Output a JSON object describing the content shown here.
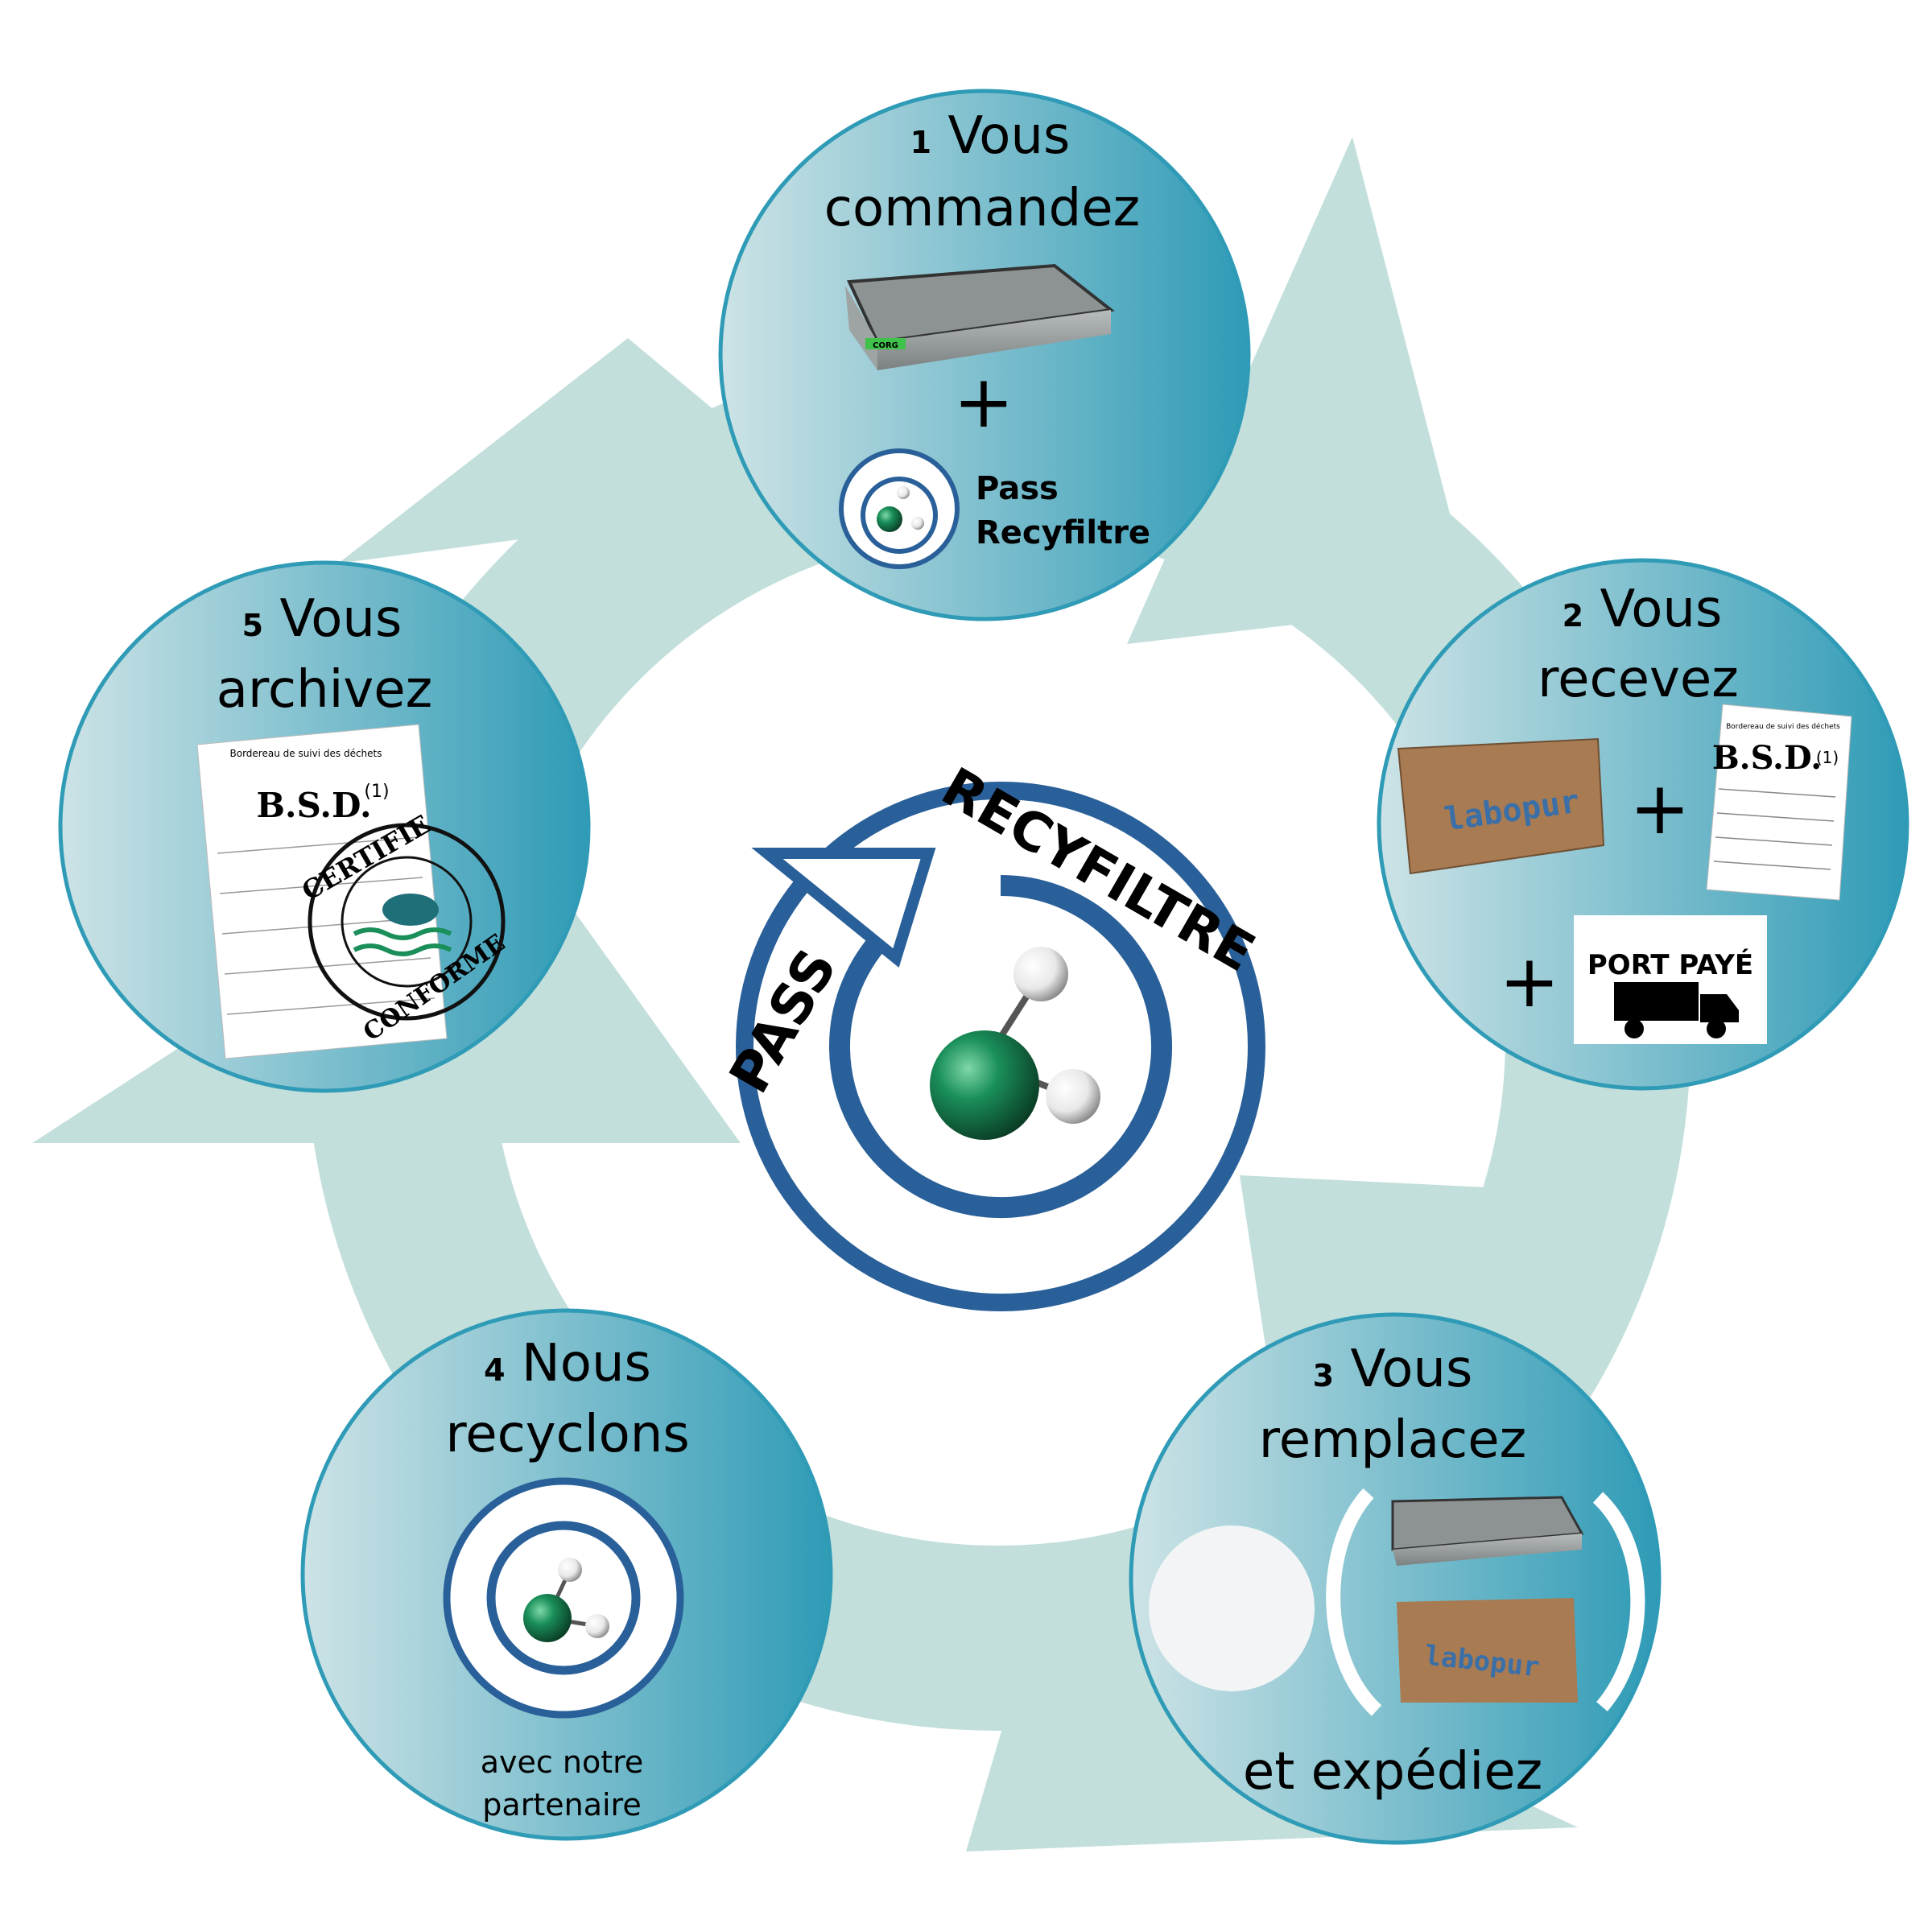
{
  "colors": {
    "ring": "#c2dfdb",
    "circle_dark": "#2f9bb6",
    "circle_light": "#cde3e6",
    "logo_blue": "#2a6099",
    "molecule_green": "#1a8f5a"
  },
  "center_logo": {
    "word_pass": "PASS",
    "word_recyfiltre": "RECYFILTRE"
  },
  "steps": [
    {
      "number": "1",
      "line1": "Vous",
      "line2": "commandez",
      "filter_label": "CORG",
      "plus": "+",
      "pass_line1": "Pass",
      "pass_line2": "Recyfiltre"
    },
    {
      "number": "2",
      "line1": "Vous",
      "line2": "recevez",
      "box_label": "labopur",
      "plus": "+",
      "bsd": "B.S.D.",
      "bsd_note": "(1)",
      "doc_title": "Bordereau de suivi des déchets",
      "plus2": "+",
      "port_paye": "PORT PAYÉ"
    },
    {
      "number": "3",
      "line1": "Vous",
      "line2": "remplacez",
      "box_label": "labopur",
      "footer": "et expédiez"
    },
    {
      "number": "4",
      "line1": "Nous",
      "line2": "recyclons",
      "footer1": "avec notre",
      "footer2": "partenaire"
    },
    {
      "number": "5",
      "line1": "Vous",
      "line2": "archivez",
      "bsd": "B.S.D.",
      "bsd_note": "(1)",
      "doc_title": "Bordereau de suivi des déchets",
      "stamp_top": "CERTIFIE",
      "stamp_bottom": "CONFORME"
    }
  ]
}
